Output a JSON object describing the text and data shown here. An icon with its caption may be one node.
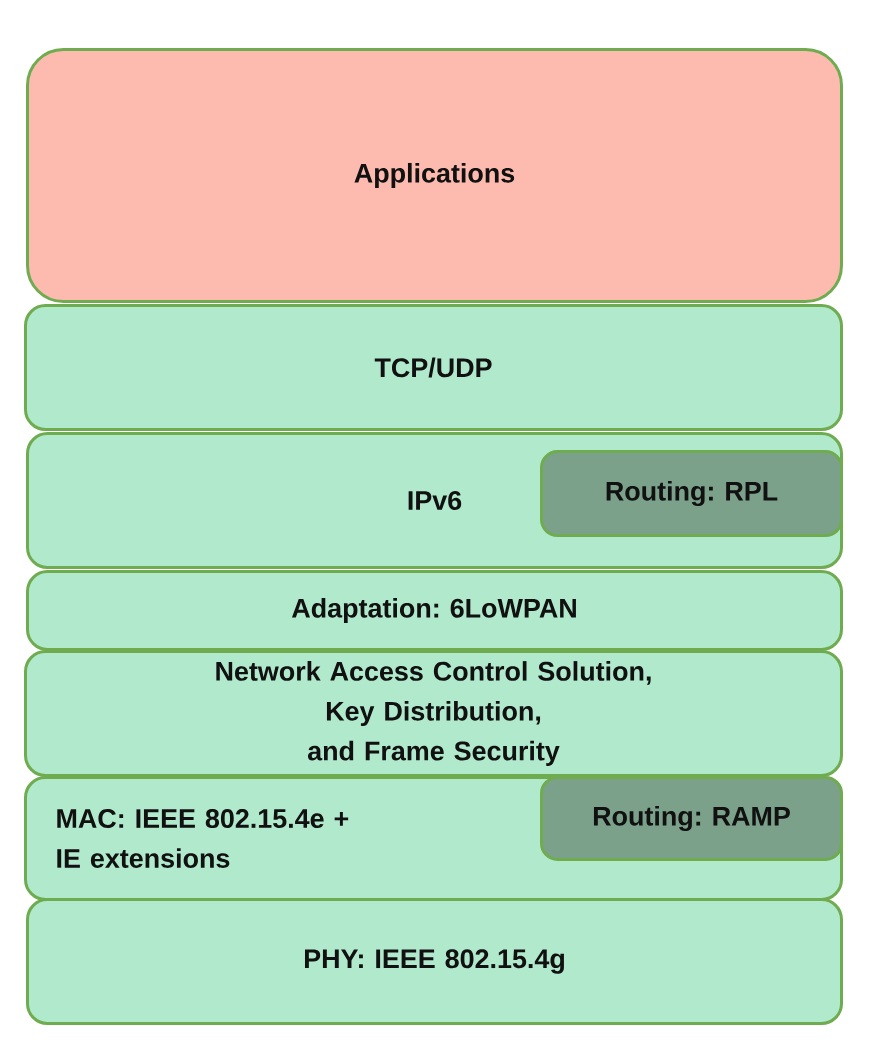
{
  "diagram": {
    "nodes": [
      {
        "text": [
          "Applications"
        ]
      },
      {
        "text": [
          "TCP/UDP"
        ]
      },
      {
        "text": [
          "IPv6"
        ]
      },
      {
        "text": [
          "Routing: RPL"
        ],
        "in": 2
      },
      {
        "text": [
          "Adaptation: 6LoWPAN"
        ]
      },
      {
        "text": [
          "Network Access Control Solution, Key Distribution, and Frame Security"
        ]
      },
      {
        "text": [
          "MAC: IEEE 802.15.4e + IE extensions"
        ]
      },
      {
        "text": [
          "Routing: RAMP"
        ],
        "in": 6
      },
      {
        "text": [
          "PHY: IEEE 802.15.4g"
        ]
      }
    ]
  }
}
